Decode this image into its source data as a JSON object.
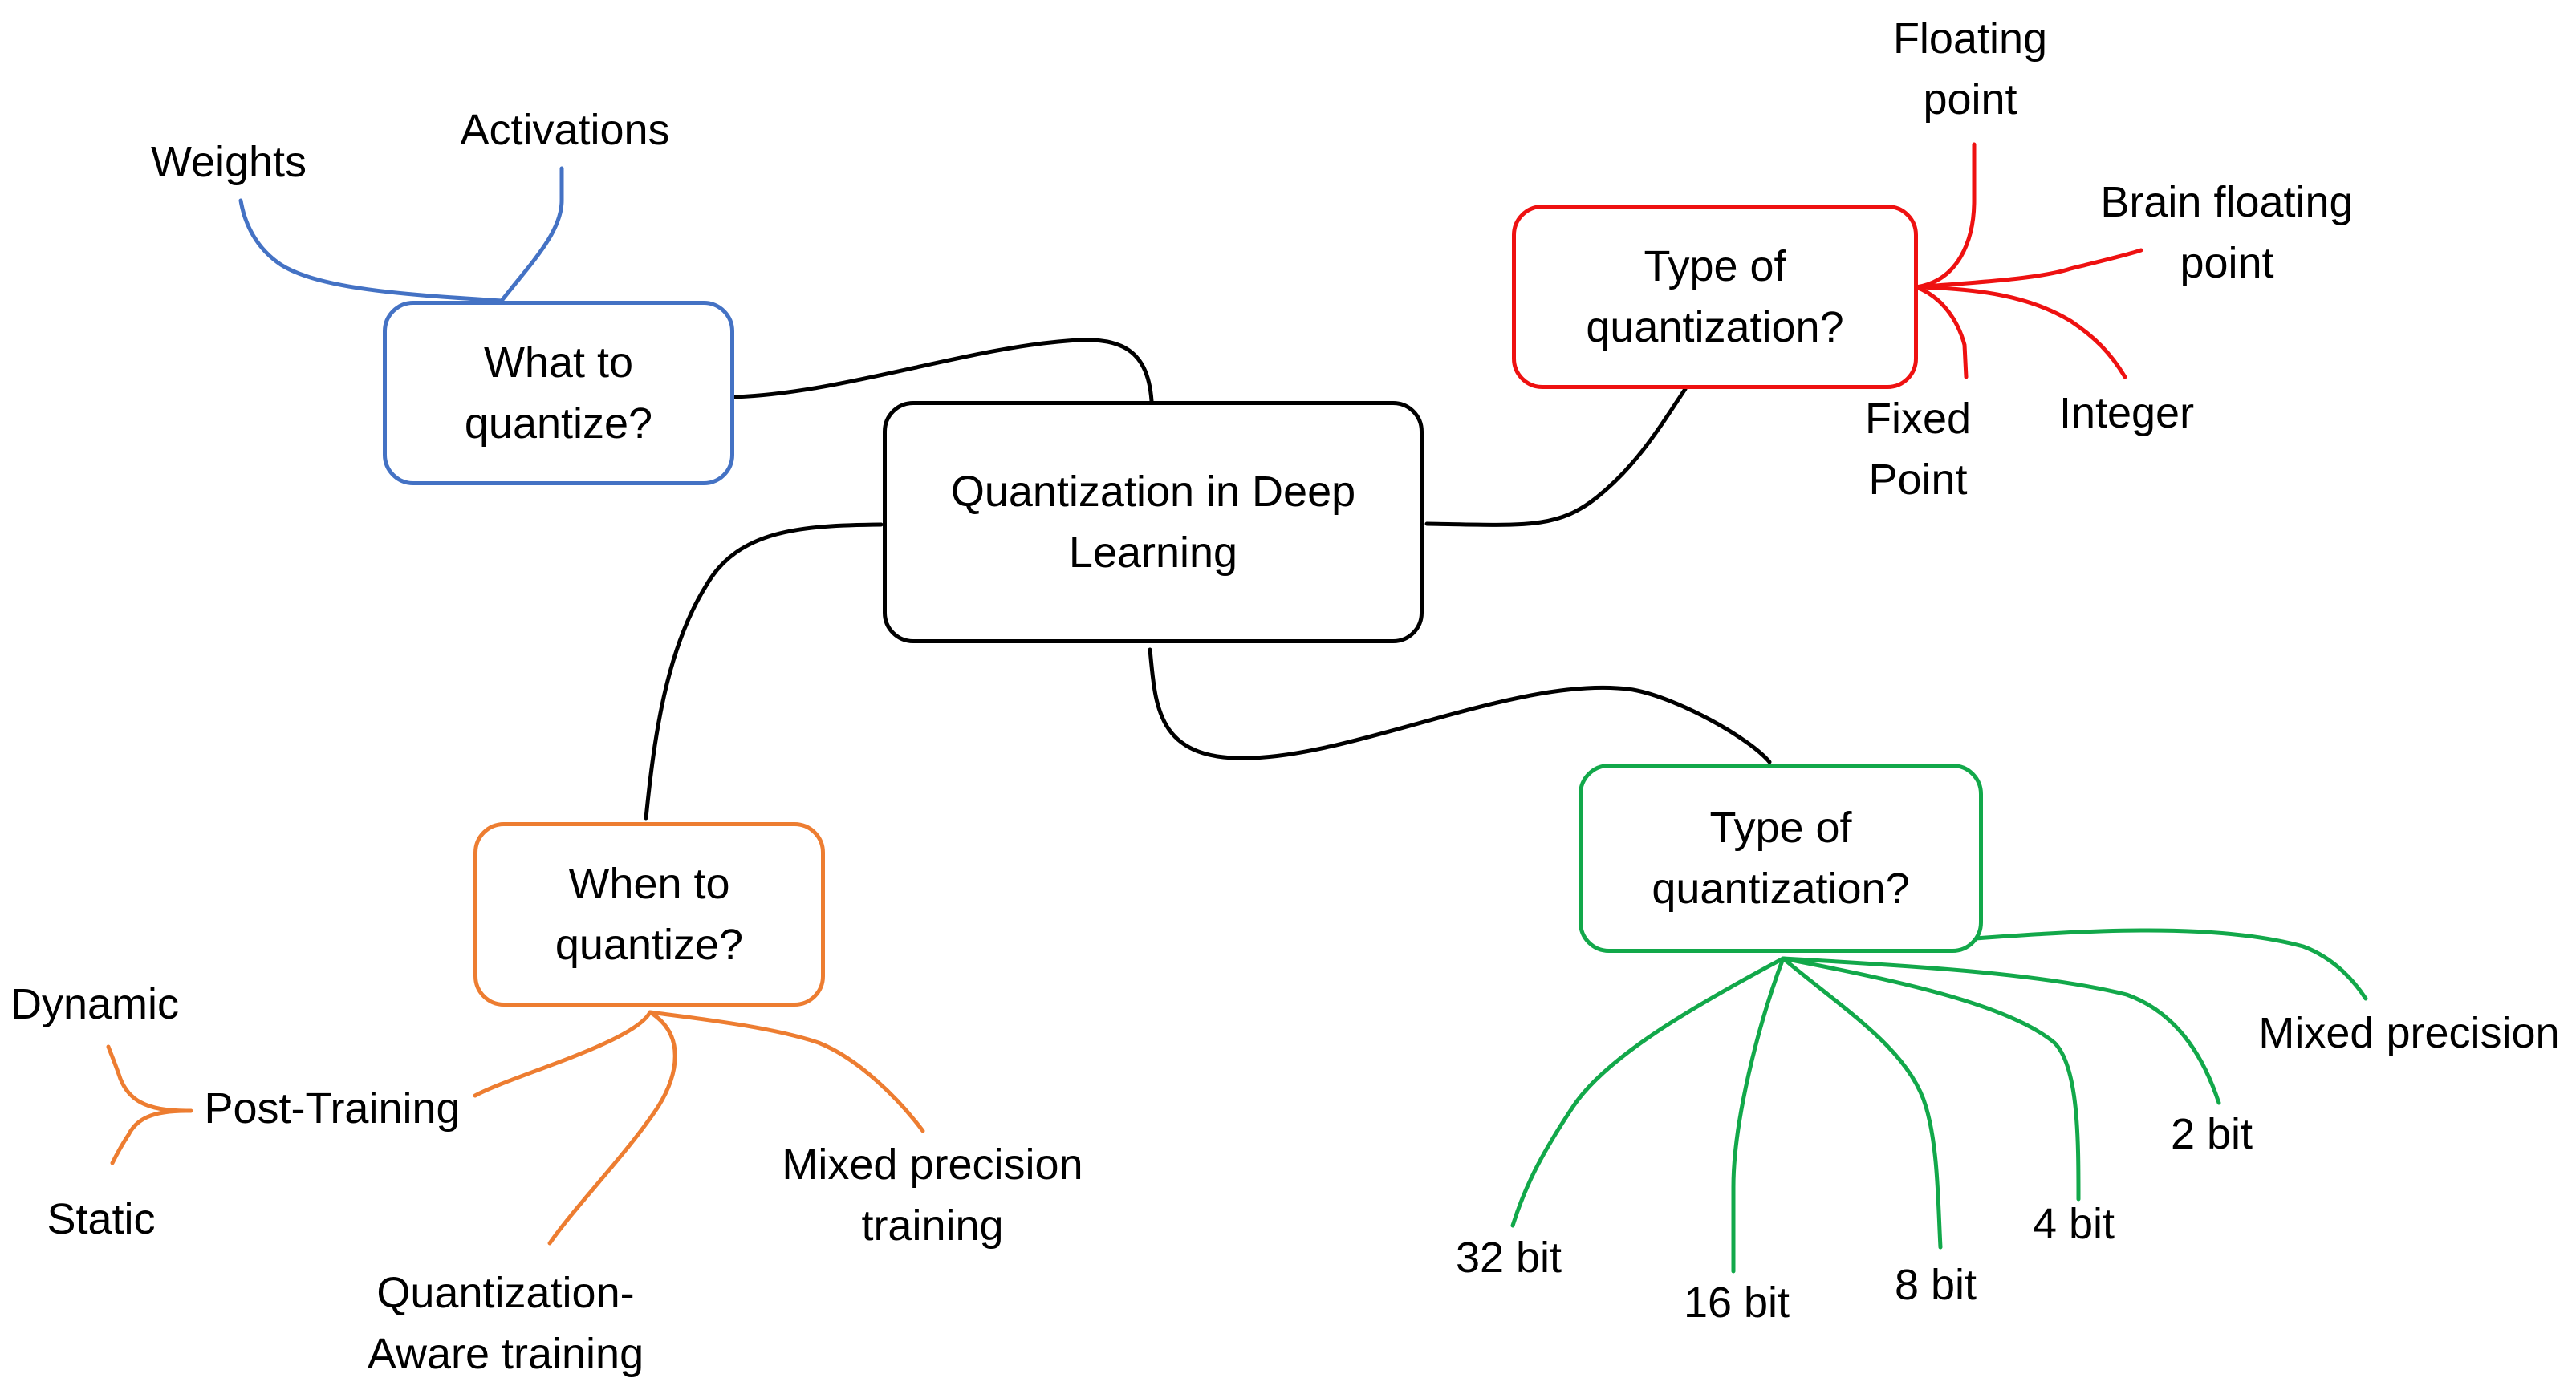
{
  "colors": {
    "root": "#000000",
    "what": "#4472c4",
    "type_red": "#ee1111",
    "when": "#ed7d31",
    "type_green": "#12a84a"
  },
  "root": {
    "line1": "Quantization in Deep",
    "line2": "Learning"
  },
  "what": {
    "line1": "What to",
    "line2": "quantize?",
    "leaves": {
      "weights": "Weights",
      "activations": "Activations"
    }
  },
  "type_red": {
    "line1": "Type of",
    "line2": "quantization?",
    "leaves": {
      "floating_1": "Floating",
      "floating_2": "point",
      "brain_1": "Brain floating",
      "brain_2": "point",
      "integer": "Integer",
      "fixed_1": "Fixed",
      "fixed_2": "Point"
    }
  },
  "when": {
    "line1": "When to",
    "line2": "quantize?",
    "leaves": {
      "post": "Post-Training",
      "dynamic": "Dynamic",
      "static": "Static",
      "qat_1": "Quantization-",
      "qat_2": "Aware training",
      "mpt_1": "Mixed precision",
      "mpt_2": "training"
    }
  },
  "type_green": {
    "line1": "Type of",
    "line2": "quantization?",
    "leaves": {
      "b32": "32 bit",
      "b16": "16 bit",
      "b8": "8 bit",
      "b4": "4 bit",
      "b2": "2 bit",
      "mixed": "Mixed precision"
    }
  }
}
